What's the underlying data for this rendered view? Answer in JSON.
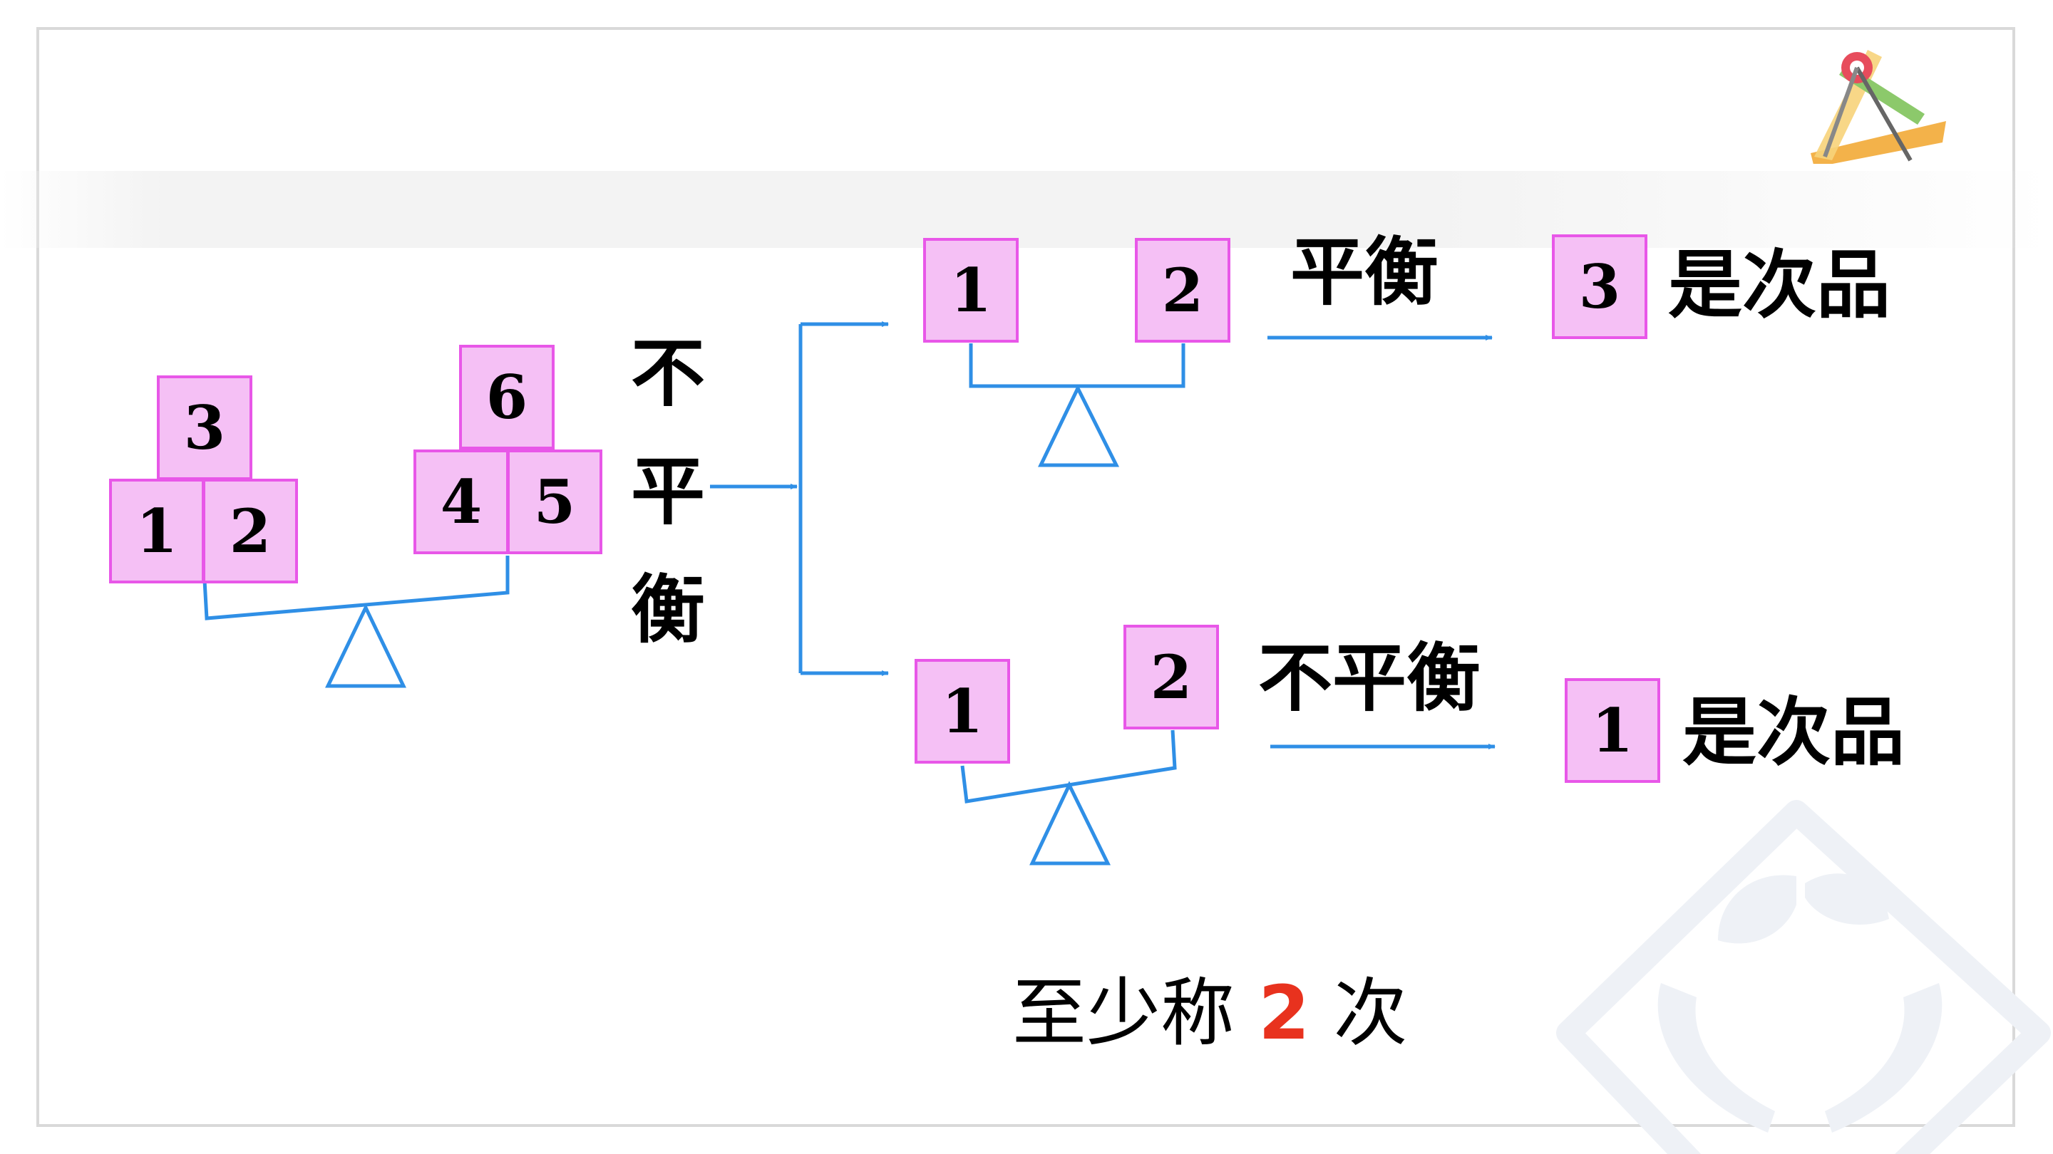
{
  "left_scale": {
    "left_pan": [
      "1",
      "2",
      "3"
    ],
    "right_pan": [
      "4",
      "5",
      "6"
    ]
  },
  "outcome_label": [
    "不",
    "平",
    "衡"
  ],
  "branch_top": {
    "left": "1",
    "right": "2",
    "result_label": "平衡",
    "defective": "3",
    "defective_text": "是次品"
  },
  "branch_bottom": {
    "left": "1",
    "right": "2",
    "result_label": "不平衡",
    "defective": "1",
    "defective_text": "是次品"
  },
  "conclusion": {
    "prefix": "至少称",
    "count": "2",
    "suffix": "次"
  },
  "colors": {
    "box_fill": "#f5c0f5",
    "box_border": "#e857e8",
    "line": "#2f8fe6",
    "highlight": "#e8321e"
  },
  "icons": [
    "compass-ruler-icon",
    "hands-sprout-watermark"
  ]
}
